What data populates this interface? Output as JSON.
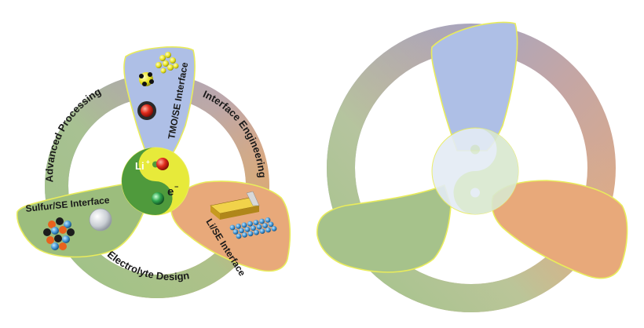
{
  "left_figure": {
    "ring_labels": {
      "advanced_processing": "Advanced Processing",
      "interface_engineering": "Interface Engineering",
      "electrolyte_design": "Electrolyte Design"
    },
    "blade_labels": {
      "tmo_se": "TMO/SE Interface",
      "sulfur_se": "Sulfur/SE Interface",
      "li_se": "Li/SE Interface"
    },
    "center": {
      "li_ion": "Li",
      "li_charge": "+",
      "electron": "e",
      "electron_charge": "−"
    }
  },
  "colors": {
    "ring_blue": "#8fa3d6",
    "ring_orange": "#e6a978",
    "ring_green": "#a6c28b",
    "blade_blue": "#aebfe6",
    "blade_green": "#9cbd7d",
    "blade_orange": "#e8a97a",
    "outline_yellow": "#e9ec5c",
    "yin_yang_dark": "#4f9a3c",
    "yin_yang_light": "#e7ea3a"
  }
}
